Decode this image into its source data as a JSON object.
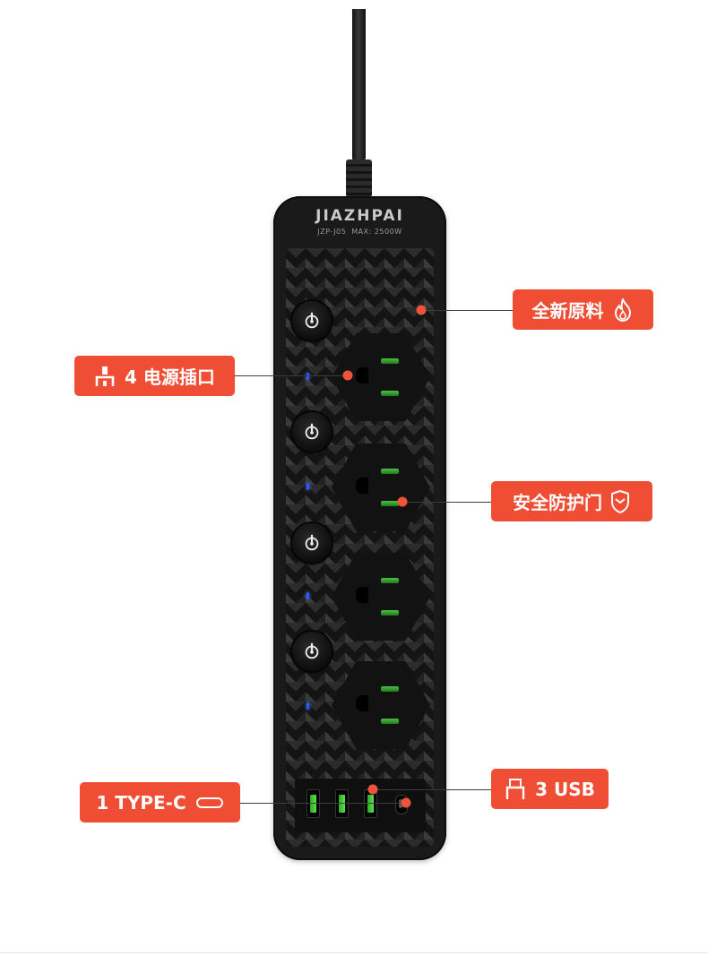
{
  "product": {
    "brand": "JIAZHPAI",
    "model": "JZP-J05",
    "max_power": "MAX: 2500W"
  },
  "callouts": {
    "material": "全新原料",
    "outlets": "4 电源插口",
    "safety_door": "安全防护门",
    "typec": "1 TYPE-C",
    "usb": "3 USB"
  },
  "colors": {
    "accent": "#ef4e35",
    "strip": "#1a1a1a",
    "led": "#2b5bff",
    "contact": "#4ebf45"
  },
  "icons": {
    "material": "flame-icon",
    "outlets": "plug-icon",
    "safety_door": "shield-icon",
    "typec": "type-c-port-icon",
    "usb": "usb-port-icon",
    "switch": "power-icon"
  }
}
